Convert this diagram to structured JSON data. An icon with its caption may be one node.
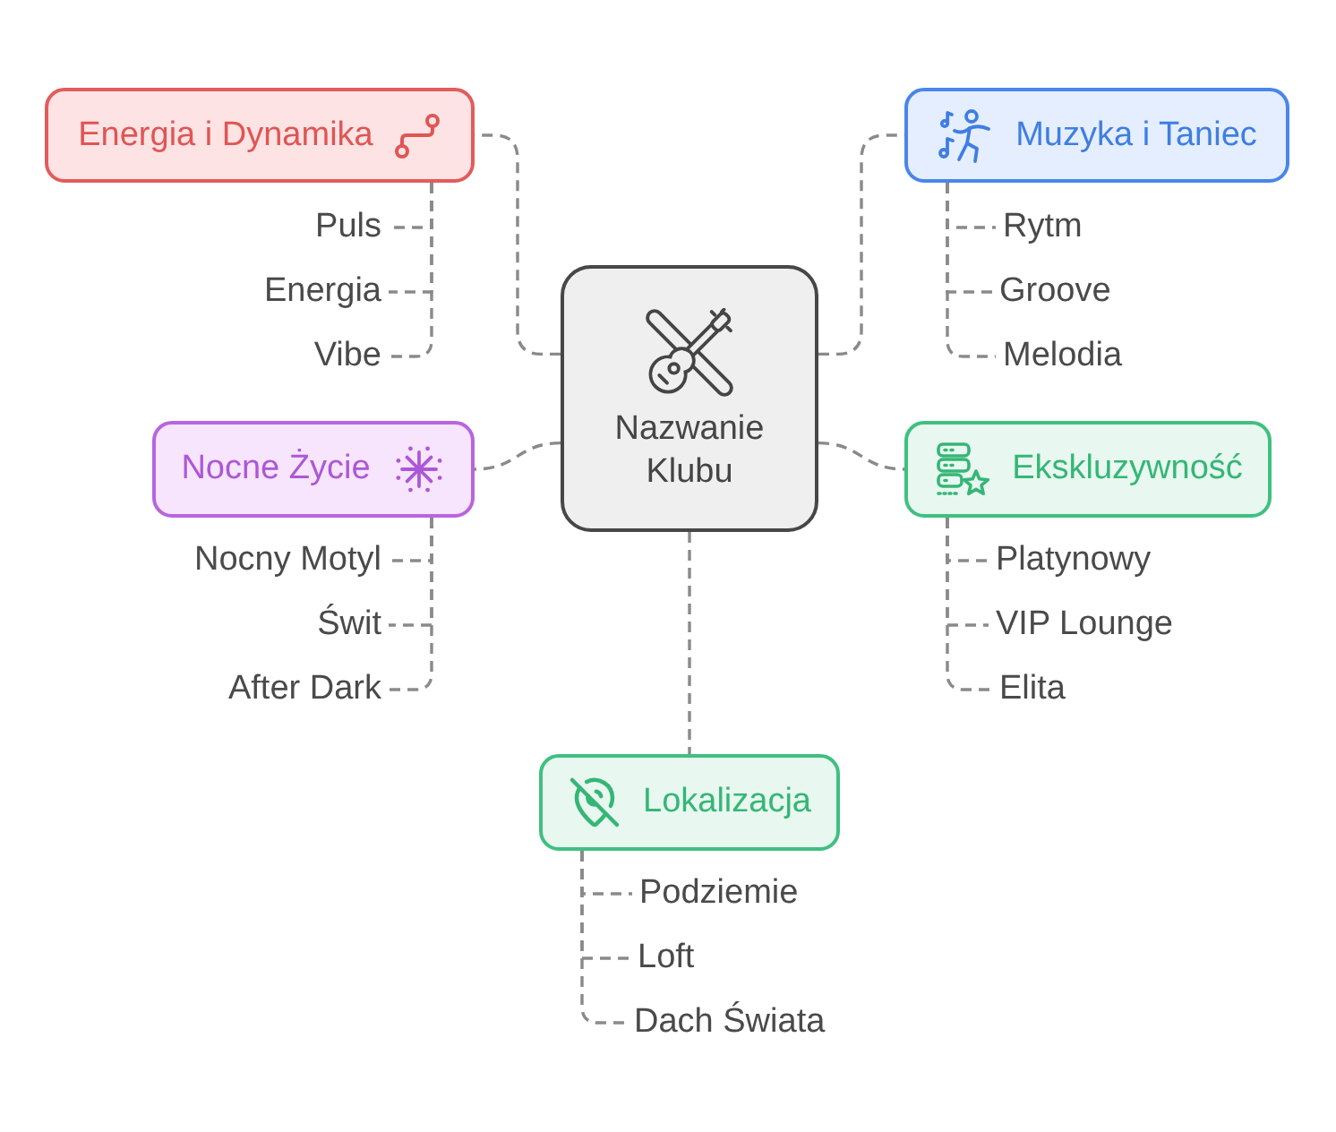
{
  "diagram": {
    "nodes": [
      {
        "text": [
          "Nazwanie Klubu"
        ]
      },
      {
        "text": [
          "Energia i Dynamika"
        ]
      },
      {
        "text": [
          "Puls"
        ]
      },
      {
        "text": [
          "Energia"
        ]
      },
      {
        "text": [
          "Vibe"
        ]
      },
      {
        "text": [
          "Muzyka i Taniec"
        ]
      },
      {
        "text": [
          "Rytm"
        ]
      },
      {
        "text": [
          "Groove"
        ]
      },
      {
        "text": [
          "Melodia"
        ]
      },
      {
        "text": [
          "Nocne Życie"
        ]
      },
      {
        "text": [
          "Nocny Motyl"
        ]
      },
      {
        "text": [
          "Świt"
        ]
      },
      {
        "text": [
          "After Dark"
        ]
      },
      {
        "text": [
          "Ekskluzywność"
        ]
      },
      {
        "text": [
          "Platynowy"
        ]
      },
      {
        "text": [
          "VIP Lounge"
        ]
      },
      {
        "text": [
          "Elita"
        ]
      },
      {
        "text": [
          "Lokalizacja"
        ]
      },
      {
        "text": [
          "Podziemie"
        ]
      },
      {
        "text": [
          "Loft"
        ]
      },
      {
        "text": [
          "Dach Świata"
        ]
      }
    ],
    "edges": [
      {
        "from": 0,
        "to": 1,
        "arrow": "none",
        "style": "dashed"
      },
      {
        "from": 1,
        "to": 2,
        "arrow": "none",
        "style": "dashed"
      },
      {
        "from": 1,
        "to": 3,
        "arrow": "none",
        "style": "dashed"
      },
      {
        "from": 1,
        "to": 4,
        "arrow": "none",
        "style": "dashed"
      },
      {
        "from": 0,
        "to": 5,
        "arrow": "none",
        "style": "dashed"
      },
      {
        "from": 5,
        "to": 6,
        "arrow": "none",
        "style": "dashed"
      },
      {
        "from": 5,
        "to": 7,
        "arrow": "none",
        "style": "dashed"
      },
      {
        "from": 5,
        "to": 8,
        "arrow": "none",
        "style": "dashed"
      },
      {
        "from": 0,
        "to": 9,
        "arrow": "none",
        "style": "dashed"
      },
      {
        "from": 9,
        "to": 10,
        "arrow": "none",
        "style": "dashed"
      },
      {
        "from": 9,
        "to": 11,
        "arrow": "none",
        "style": "dashed"
      },
      {
        "from": 9,
        "to": 12,
        "arrow": "none",
        "style": "dashed"
      },
      {
        "from": 0,
        "to": 13,
        "arrow": "none",
        "style": "dashed"
      },
      {
        "from": 13,
        "to": 14,
        "arrow": "none",
        "style": "dashed"
      },
      {
        "from": 13,
        "to": 15,
        "arrow": "none",
        "style": "dashed"
      },
      {
        "from": 13,
        "to": 16,
        "arrow": "none",
        "style": "dashed"
      },
      {
        "from": 0,
        "to": 17,
        "arrow": "none",
        "style": "dashed"
      },
      {
        "from": 17,
        "to": 18,
        "arrow": "none",
        "style": "dashed"
      },
      {
        "from": 17,
        "to": 19,
        "arrow": "none",
        "style": "dashed"
      },
      {
        "from": 17,
        "to": 20,
        "arrow": "none",
        "style": "dashed"
      }
    ]
  }
}
